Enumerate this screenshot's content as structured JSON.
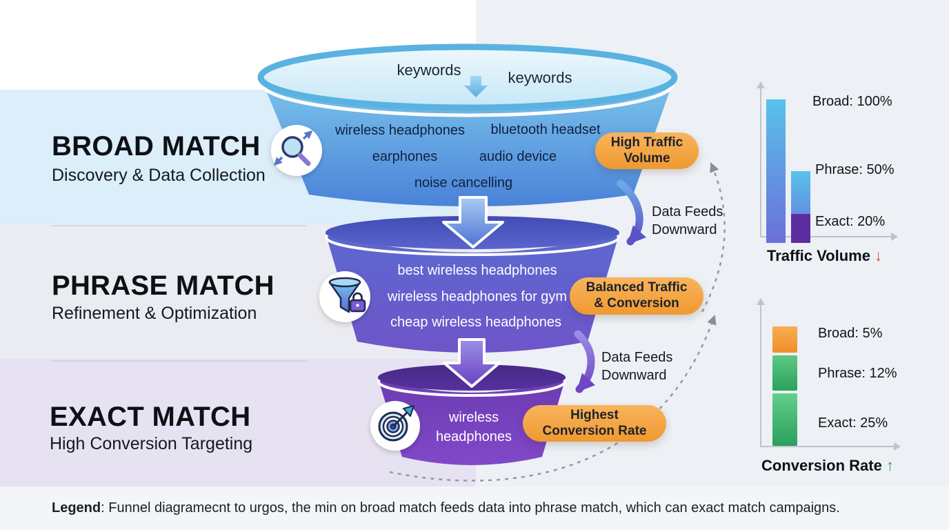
{
  "funnel_top": {
    "left_label": "keywords",
    "right_label": "keywords"
  },
  "sections": [
    {
      "title": "BROAD MATCH",
      "subtitle": "Discovery & Data Collection",
      "icon": "search-expand-icon",
      "keywords": [
        "wireless headphones",
        "bluetooth headset",
        "earphones",
        "audio device",
        "noise cancelling"
      ],
      "badge_line1": "High Traffic",
      "badge_line2": "Volume"
    },
    {
      "title": "PHRASE MATCH",
      "subtitle": "Refinement & Optimization",
      "icon": "funnel-lock-icon",
      "keywords": [
        "best wireless headphones",
        "wireless headphones for gym",
        "cheap wireless headphones"
      ],
      "badge_line1": "Balanced Traffic",
      "badge_line2": "& Conversion"
    },
    {
      "title": "EXACT MATCH",
      "subtitle": "High Conversion Targeting",
      "icon": "target-icon",
      "keywords": [
        "wireless headphones"
      ],
      "badge_line1": "Highest",
      "badge_line2": "Conversion Rate"
    }
  ],
  "flow": {
    "feed1_line1": "Data Feeds",
    "feed1_line2": "Downward",
    "feed2_line1": "Data Feeds",
    "feed2_line2": "Downward"
  },
  "chart_data": [
    {
      "type": "bar",
      "title": "Traffic Volume",
      "arrow_glyph": "↓",
      "trend": "down",
      "categories": [
        "Broad",
        "Phrase",
        "Exact"
      ],
      "values": [
        100,
        50,
        20
      ],
      "unit": "%",
      "labels": [
        "Broad: 100%",
        "Phrase: 50%",
        "Exact: 20%"
      ],
      "ylim": [
        0,
        100
      ],
      "grid": false,
      "bar_color_top": "#58c2ea",
      "bar_color_bottom": "#6b6fd9",
      "exact_segment_color": "#5b2da0"
    },
    {
      "type": "bar",
      "title": "Conversion Rate",
      "arrow_glyph": "↑",
      "trend": "up",
      "categories": [
        "Broad",
        "Phrase",
        "Exact"
      ],
      "values": [
        5,
        12,
        25
      ],
      "unit": "%",
      "labels": [
        "Broad: 5%",
        "Phrase: 12%",
        "Exact: 25%"
      ],
      "ylim": [
        0,
        30
      ],
      "grid": false,
      "colors": [
        [
          "#f9ad4f",
          "#f08e2a"
        ],
        [
          "#5ec985",
          "#2ba05e"
        ],
        [
          "#63cf8a",
          "#2ba05e"
        ]
      ]
    }
  ],
  "legend": {
    "label": "Legend",
    "text": ": Funnel diagramecnt to urgos, the min on broad match feeds data into phrase match, which can exact match campaigns."
  },
  "colors": {
    "badge_orange": "#f5a33c",
    "broad_funnel_top": "#7cc6ec",
    "broad_funnel_bottom": "#4a82d8",
    "phrase_funnel_top": "#5a69d0",
    "phrase_funnel_bottom": "#6f55c9",
    "exact_funnel_top": "#6c3cb2",
    "exact_funnel_bottom": "#8148c8",
    "accent_red": "#e0442e",
    "accent_green": "#27a55b"
  }
}
